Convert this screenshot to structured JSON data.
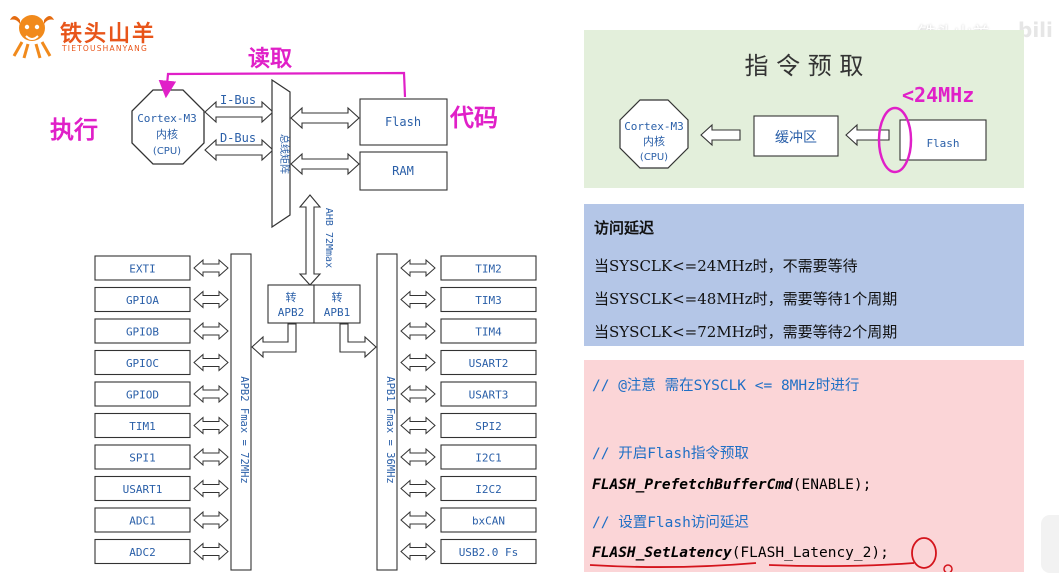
{
  "logo": {
    "name": "铁头山羊",
    "pinyin": "TIETOUSHANYANG"
  },
  "watermark": "铁头山羊",
  "diagram": {
    "cpu": {
      "line1": "Cortex-M3",
      "line2": "内核",
      "line3": "(CPU)"
    },
    "ibus": "I-Bus",
    "dbus": "D-Bus",
    "bus_matrix": "总线矩阵",
    "flash": "Flash",
    "ram": "RAM",
    "ahb": "AHB 72Mmax",
    "bridge_apb2": {
      "line1": "转",
      "line2": "APB2"
    },
    "bridge_apb1": {
      "line1": "转",
      "line2": "APB1"
    },
    "apb2_bus": "APB2 Fmax = 72MHz",
    "apb1_bus": "APB1 Fmax = 36MHz",
    "apb2_peripherals": [
      "EXTI",
      "GPIOA",
      "GPIOB",
      "GPIOC",
      "GPIOD",
      "TIM1",
      "SPI1",
      "USART1",
      "ADC1",
      "ADC2"
    ],
    "apb1_peripherals": [
      "TIM2",
      "TIM3",
      "TIM4",
      "USART2",
      "USART3",
      "SPI2",
      "I2C1",
      "I2C2",
      "bxCAN",
      "USB2.0 Fs"
    ],
    "annotations": {
      "read": "读取",
      "execute": "执行",
      "code": "代码"
    }
  },
  "prefetch": {
    "title": "指 令 预 取",
    "cpu": {
      "line1": "Cortex-M3",
      "line2": "内核",
      "line3": "(CPU)"
    },
    "buffer": "缓冲区",
    "flash": "Flash",
    "annotation": "<24MHz"
  },
  "latency": {
    "title": "访问延迟",
    "lines": [
      "当SYSCLK<=24MHz时，不需要等待",
      "当SYSCLK<=48MHz时，需要等待1个周期",
      "当SYSCLK<=72MHz时，需要等待2个周期"
    ]
  },
  "code": {
    "comment1": "// @注意 需在SYSCLK <= 8MHz时进行",
    "comment2": "// 开启Flash指令预取",
    "call1_fn": "FLASH_PrefetchBufferCmd",
    "call1_args": "(ENABLE);",
    "comment3": "// 设置Flash访问延迟",
    "call2_fn": "FLASH_SetLatency",
    "call2_args": "(FLASH_Latency_2);"
  },
  "colors": {
    "annotation": "#e020c8",
    "ink_red": "#d4141c",
    "comment": "#1f6fc5"
  }
}
